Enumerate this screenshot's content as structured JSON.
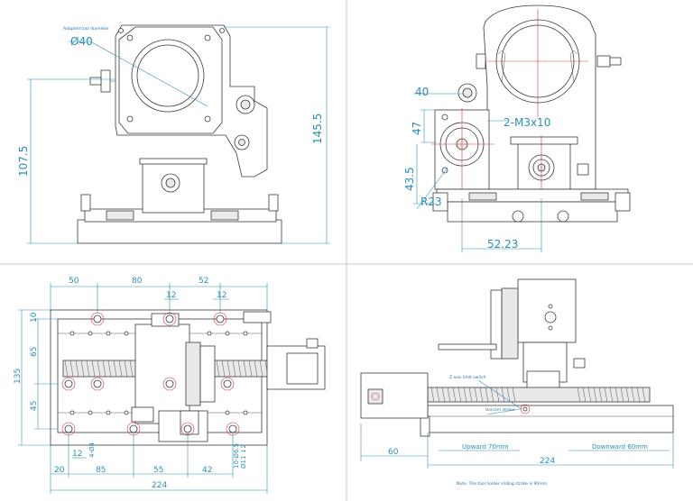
{
  "views": {
    "front": {
      "note": "Adapted tool diameter",
      "bore": "Ø40",
      "height_total": "145.5",
      "height_mid": "107.5"
    },
    "side": {
      "d40": "40",
      "d47": "47",
      "d43_5": "43.5",
      "thread": "2-M3x10",
      "radius": "R23",
      "width": "52.23"
    },
    "top": {
      "d50": "50",
      "d80": "80",
      "d52": "52",
      "d12a": "12",
      "d12b": "12",
      "d10": "10",
      "d65": "65",
      "d135": "135",
      "d45": "45",
      "d20": "20",
      "d85": "85",
      "d55": "55",
      "d42": "42",
      "d12c": "12",
      "holes_a": "4-Ø4",
      "holes_b": "10-Ø6.5",
      "holes_c": "Ø11 ↓2",
      "d224": "224"
    },
    "iso": {
      "switch_label": "Z axis limit switch",
      "block_label": "Unicorn stroke",
      "upward": "Upward 70mm",
      "downward": "Downward 60mm",
      "d60": "60",
      "d224": "224",
      "footnote": "Note: The tool holder sliding stroke is 90mm"
    }
  }
}
